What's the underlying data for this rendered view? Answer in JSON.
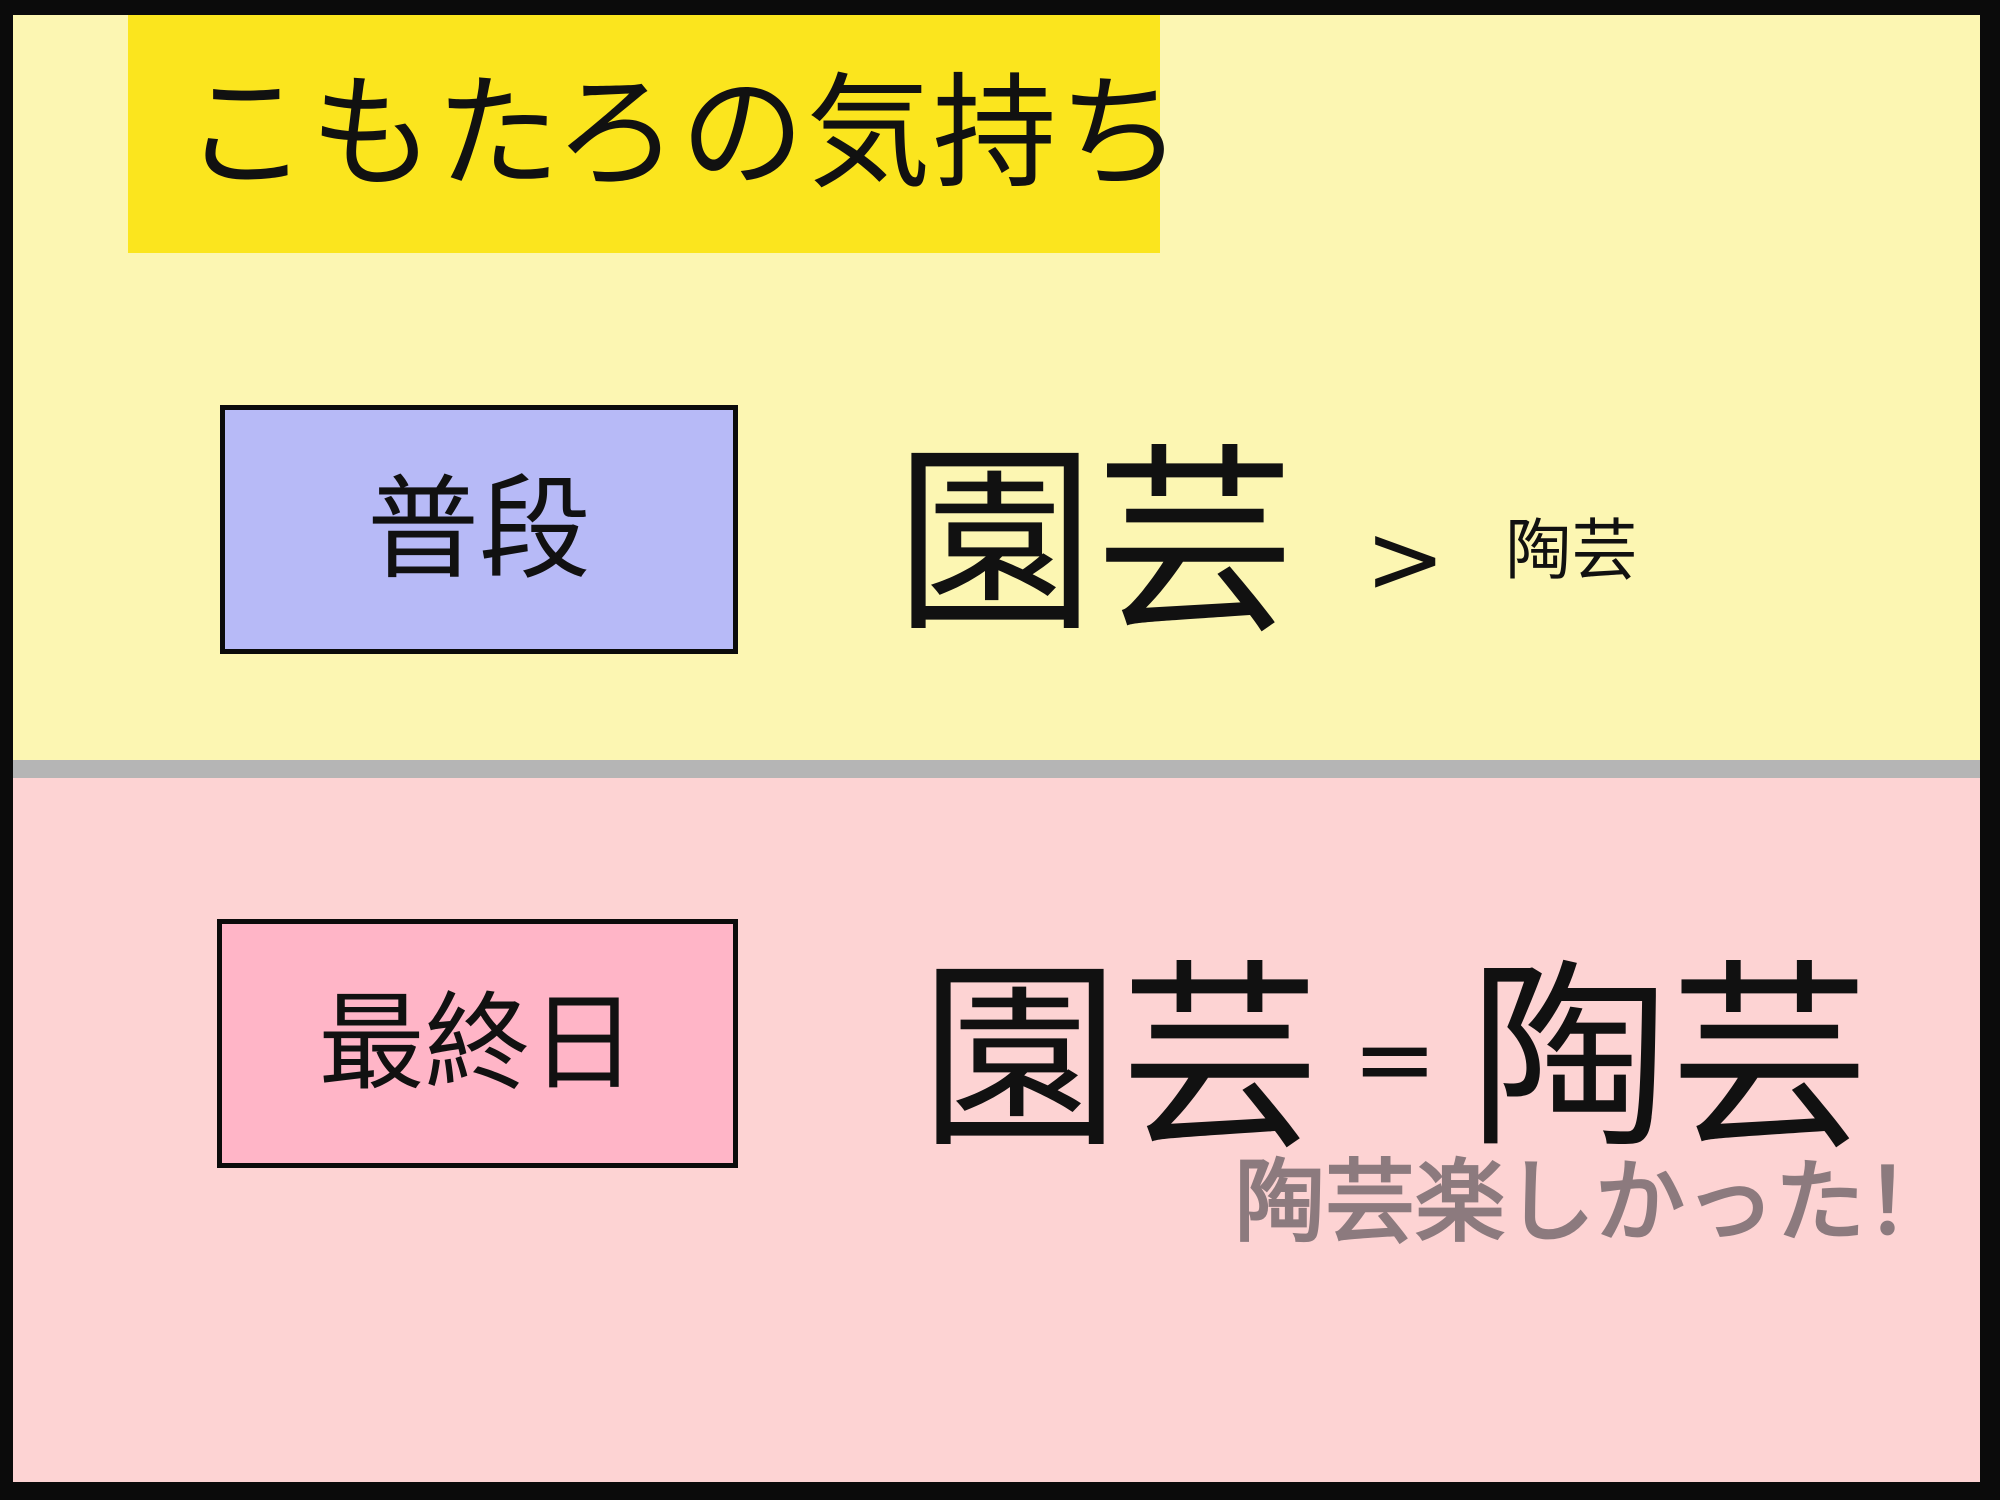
{
  "page": {
    "title": "こもたろの気持ち"
  },
  "top_section": {
    "label": "普段",
    "equation": {
      "left": "園芸",
      "operator": ">",
      "right": "陶芸"
    }
  },
  "bottom_section": {
    "label": "最終日",
    "equation": {
      "left": "園芸",
      "operator": "=",
      "right": "陶芸"
    },
    "note": "陶芸楽しかった！"
  },
  "colors": {
    "frame": "#0b0b0b",
    "top_background": "#fcf6b2",
    "title_background": "#fbe51e",
    "usual_box_fill": "#b7baf7",
    "usual_box_border": "#0b0b0b",
    "divider": "#b5b5b5",
    "bottom_background": "#fdd3d3",
    "final_box_fill": "#ffb5c7",
    "final_box_border": "#0b0b0b",
    "text": "#111111",
    "note_text": "#8c7a7e"
  }
}
